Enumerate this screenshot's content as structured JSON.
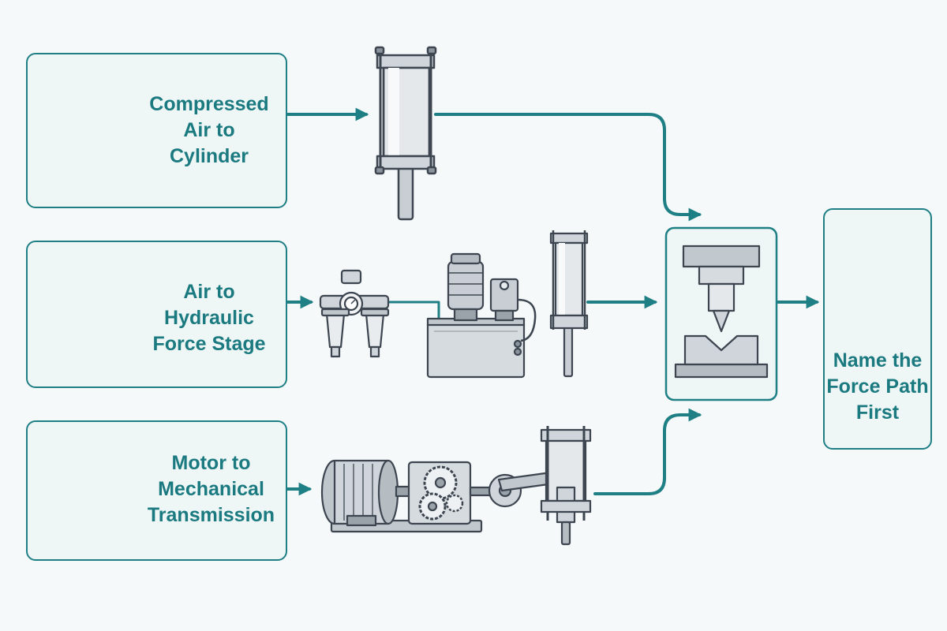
{
  "colors": {
    "accent": "#1e7f85",
    "text": "#1a7a80",
    "box_fill": "#eef6f6",
    "machine_fill": "#d3d9dd",
    "machine_stroke": "#3d4650"
  },
  "sources": [
    {
      "lines": [
        "Compressed",
        "Air to",
        "Cylinder"
      ],
      "icon": "air-compressor-icon",
      "components": [
        "pneumatic-cylinder"
      ]
    },
    {
      "lines": [
        "Air to",
        "Hydraulic",
        "Force Stage"
      ],
      "icon": "air-compressor-icon",
      "components": [
        "air-filter-regulator",
        "hydraulic-power-unit",
        "hydraulic-cylinder"
      ]
    },
    {
      "lines": [
        "Motor to",
        "Mechanical",
        "Transmission"
      ],
      "icon": "electric-motor-icon",
      "components": [
        "electric-motor",
        "gearbox",
        "crank-linkage",
        "mechanical-press-ram"
      ]
    }
  ],
  "press": {
    "icon": "press-die-icon"
  },
  "outcome": {
    "lines": [
      "Name the",
      "Force Path",
      "First"
    ],
    "icon": "clipboard-check-icon"
  }
}
